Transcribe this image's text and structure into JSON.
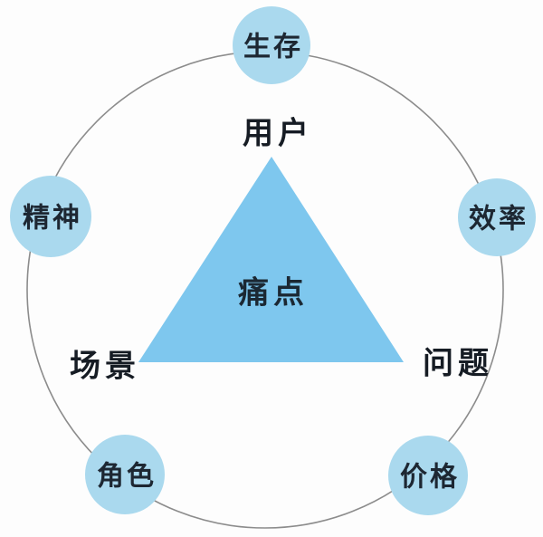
{
  "diagram": {
    "title": "pain-point-triangle-diagram",
    "center_triangle": {
      "label": "痛点"
    },
    "triangle_vertices": [
      {
        "position": "top",
        "label": "用户"
      },
      {
        "position": "bottom-left",
        "label": "场景"
      },
      {
        "position": "bottom-right",
        "label": "问题"
      }
    ],
    "outer_nodes": [
      {
        "position": "top",
        "label": "生存"
      },
      {
        "position": "left",
        "label": "精神"
      },
      {
        "position": "right",
        "label": "效率"
      },
      {
        "position": "bottom-left",
        "label": "角色"
      },
      {
        "position": "bottom-right",
        "label": "价格"
      }
    ],
    "colors": {
      "node_fill": "#aad9ee",
      "triangle_fill": "#7ec7ee",
      "ring_stroke": "#8c8c8c",
      "text": "#1d2732",
      "background": "#fdfdfd"
    }
  }
}
